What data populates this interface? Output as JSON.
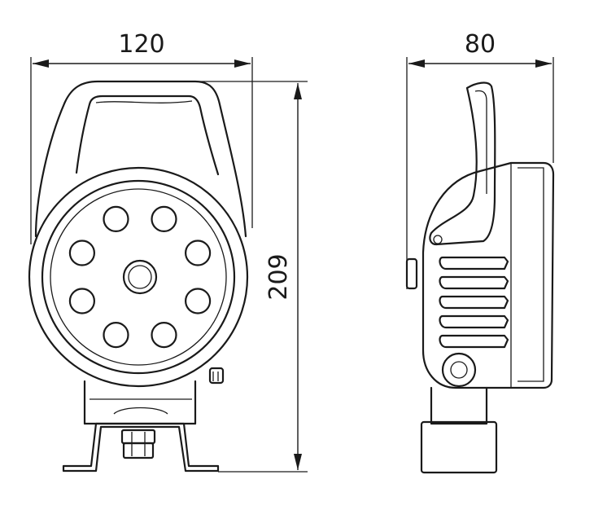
{
  "dimensions": {
    "front_width": "120",
    "front_height": "209",
    "side_depth": "80"
  },
  "drawing": {
    "led_count": 8,
    "line_color": "#1a1a1a",
    "background": "#ffffff"
  }
}
